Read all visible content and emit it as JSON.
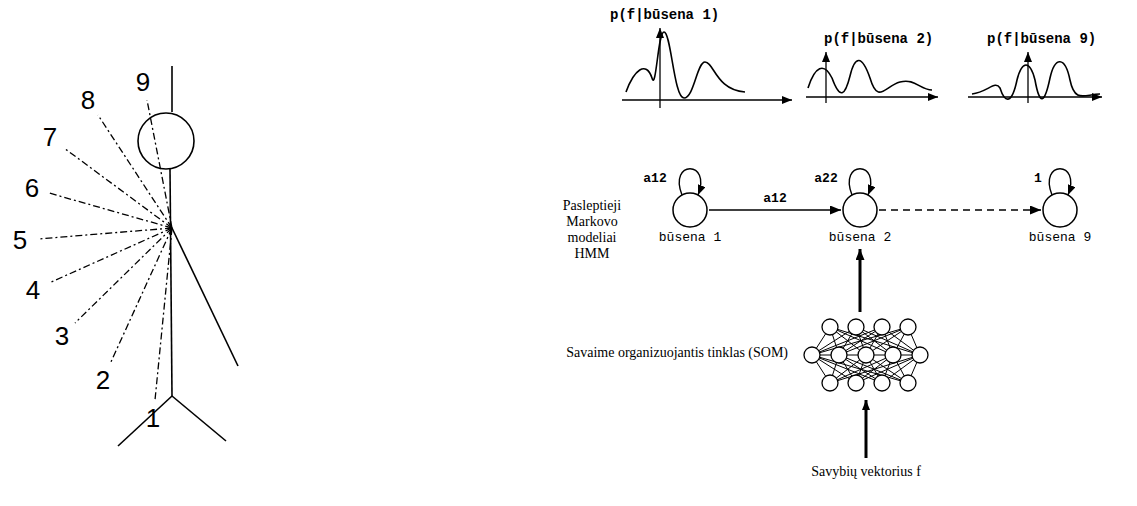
{
  "diagram": {
    "nodes": [
      {
        "text": [
          "būsena 1"
        ]
      },
      {
        "text": [
          "būsena 2"
        ]
      },
      {
        "text": [
          "būsena 9"
        ]
      },
      {
        "text": [
          "Savaime organizuojantis tinklas (SOM)"
        ]
      }
    ],
    "edges": [
      {
        "from": 0,
        "to": 1,
        "arrow": "to",
        "label": "a12"
      },
      {
        "from": 1,
        "to": 2,
        "arrow": "to"
      },
      {
        "from": 3,
        "to": 1,
        "arrow": "to"
      }
    ],
    "labels": [
      "9",
      "8",
      "7",
      "6",
      "5",
      "4",
      "3",
      "2",
      "1",
      "p(f|būsena 1)",
      "p(f|būsena 2)",
      "p(f|būsena 9)",
      "a12",
      "a22",
      "1",
      "Pasleptieji Markovo modeliai HMM",
      "Savybių vektorius f"
    ]
  }
}
